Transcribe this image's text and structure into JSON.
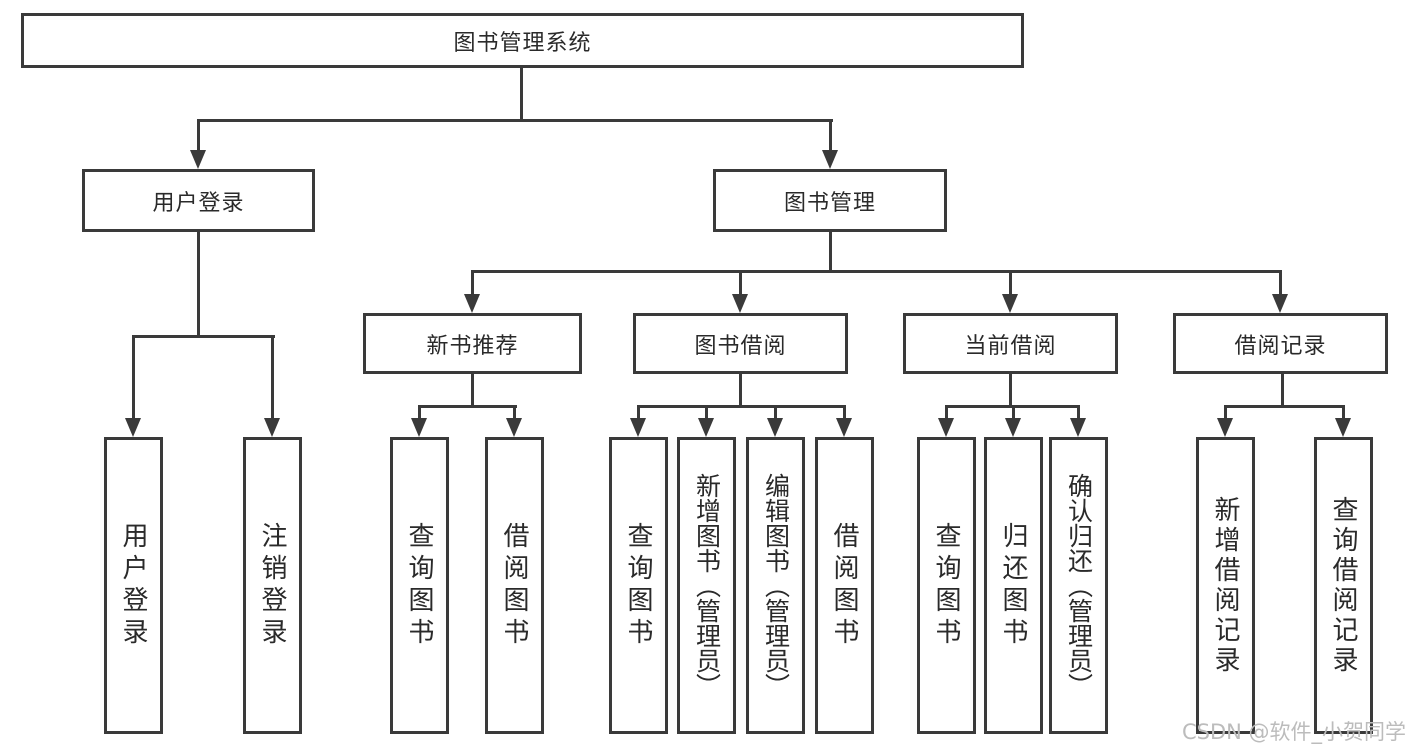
{
  "root": {
    "label": "图书管理系统",
    "children": [
      {
        "label": "用户登录",
        "children": [
          {
            "label": "用户登录"
          },
          {
            "label": "注销登录"
          }
        ]
      },
      {
        "label": "图书管理",
        "children": [
          {
            "label": "新书推荐",
            "children": [
              {
                "label": "查询图书"
              },
              {
                "label": "借阅图书"
              }
            ]
          },
          {
            "label": "图书借阅",
            "children": [
              {
                "label": "查询图书"
              },
              {
                "label": "新增图书（管理员）"
              },
              {
                "label": "编辑图书（管理员）"
              },
              {
                "label": "借阅图书"
              }
            ]
          },
          {
            "label": "当前借阅",
            "children": [
              {
                "label": "查询图书"
              },
              {
                "label": "归还图书"
              },
              {
                "label": "确认归还（管理员）"
              }
            ]
          },
          {
            "label": "借阅记录",
            "children": [
              {
                "label": "新增借阅记录"
              },
              {
                "label": "查询借阅记录"
              }
            ]
          }
        ]
      }
    ]
  },
  "watermark": "CSDN @软件_小贺同学",
  "colors": {
    "line": "#3a3a3a",
    "text": "#2a2a2a",
    "watermark": "#bcbcbc",
    "background": "#ffffff"
  },
  "diagram_type": "tree-hierarchy"
}
